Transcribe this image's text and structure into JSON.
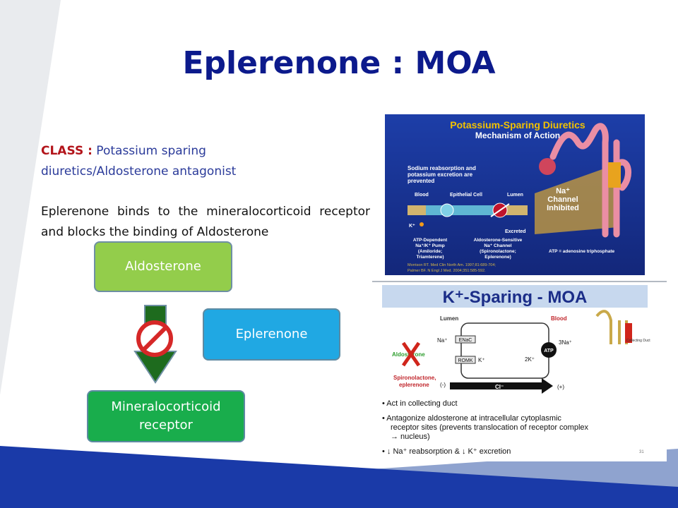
{
  "slide": {
    "title": "Eplerenone : MOA",
    "class_label": "CLASS :",
    "class_value": " Potassium sparing diuretics/Aldosterone antagonist",
    "description": "Eplerenone binds to the mineralocorticoid receptor and blocks the binding of Aldosterone"
  },
  "flowchart": {
    "aldosterone": "Aldosterone",
    "eplerenone": "Eplerenone",
    "receptor_line1": "Mineralocorticoid",
    "receptor_line2": "receptor"
  },
  "figure1": {
    "title": "Potassium-Sparing Diuretics",
    "subtitle": "Mechanism of Action",
    "note_l1": "Sodium reabsorption and",
    "note_l2": "potassium excretion are",
    "note_l3": "prevented",
    "blood": "Blood",
    "epithelial": "Epithelial Cell",
    "lumen": "Lumen",
    "na_l1": "Na⁺",
    "na_l2": "Channel",
    "na_l3": "Inhibited",
    "k": "K⁺",
    "excreted": "Excreted",
    "atp_l1": "ATP-Dependent",
    "atp_l2": "Na⁺/K⁺ Pump",
    "atp_l3": "(Amiloride;",
    "atp_l4": "Triamterene)",
    "ald_l1": "Aldosterone-Sensitive",
    "ald_l2": "Na⁺ Channel",
    "ald_l3": "(Spironolactone;",
    "ald_l4": "Eplerenone)",
    "atp_def": "ATP = adenosine triphosphate",
    "ref1": "Morrison RT. Med Clin North Am. 1997;81:689-704;",
    "ref2": "Palmer BF. N Engl J Med. 2004;351:585-592."
  },
  "figure2": {
    "title": "K⁺-Sparing - MOA",
    "lumen": "Lumen",
    "blood": "Blood",
    "na": "Na⁺",
    "enac": "ENaC",
    "romk": "ROMK",
    "k": "K⁺",
    "na3": "3Na⁺",
    "atp": "ATP",
    "k2": "2K⁺",
    "aldosterone": "Aldosterone",
    "spiro_l1": "Spironolactone,",
    "spiro_l2": "eplerenone",
    "minus": "(-)",
    "cl": "Cl⁻",
    "plus": "(+)",
    "collecting": "Collecting Duct",
    "bullet1": "• Act in collecting duct",
    "bullet2_l1": "• Antagonize aldosterone at intracellular cytoplasmic",
    "bullet2_l2": "receptor sites (prevents translocation of receptor complex",
    "bullet2_l3": "→ nucleus)",
    "bullet3": "• ↓ Na⁺ reabsorption & ↓ K⁺ excretion",
    "page_num": "31"
  },
  "colors": {
    "title": "#0c1a8c",
    "class_label": "#b3151b",
    "aldosterone_box": "#93cd4b",
    "eplerenone_box": "#20a8e3",
    "receptor_box": "#19ad4c",
    "arrow": "#1e6b1e",
    "block_sign": "#d62828",
    "footer_band": "#1a3aa8"
  }
}
